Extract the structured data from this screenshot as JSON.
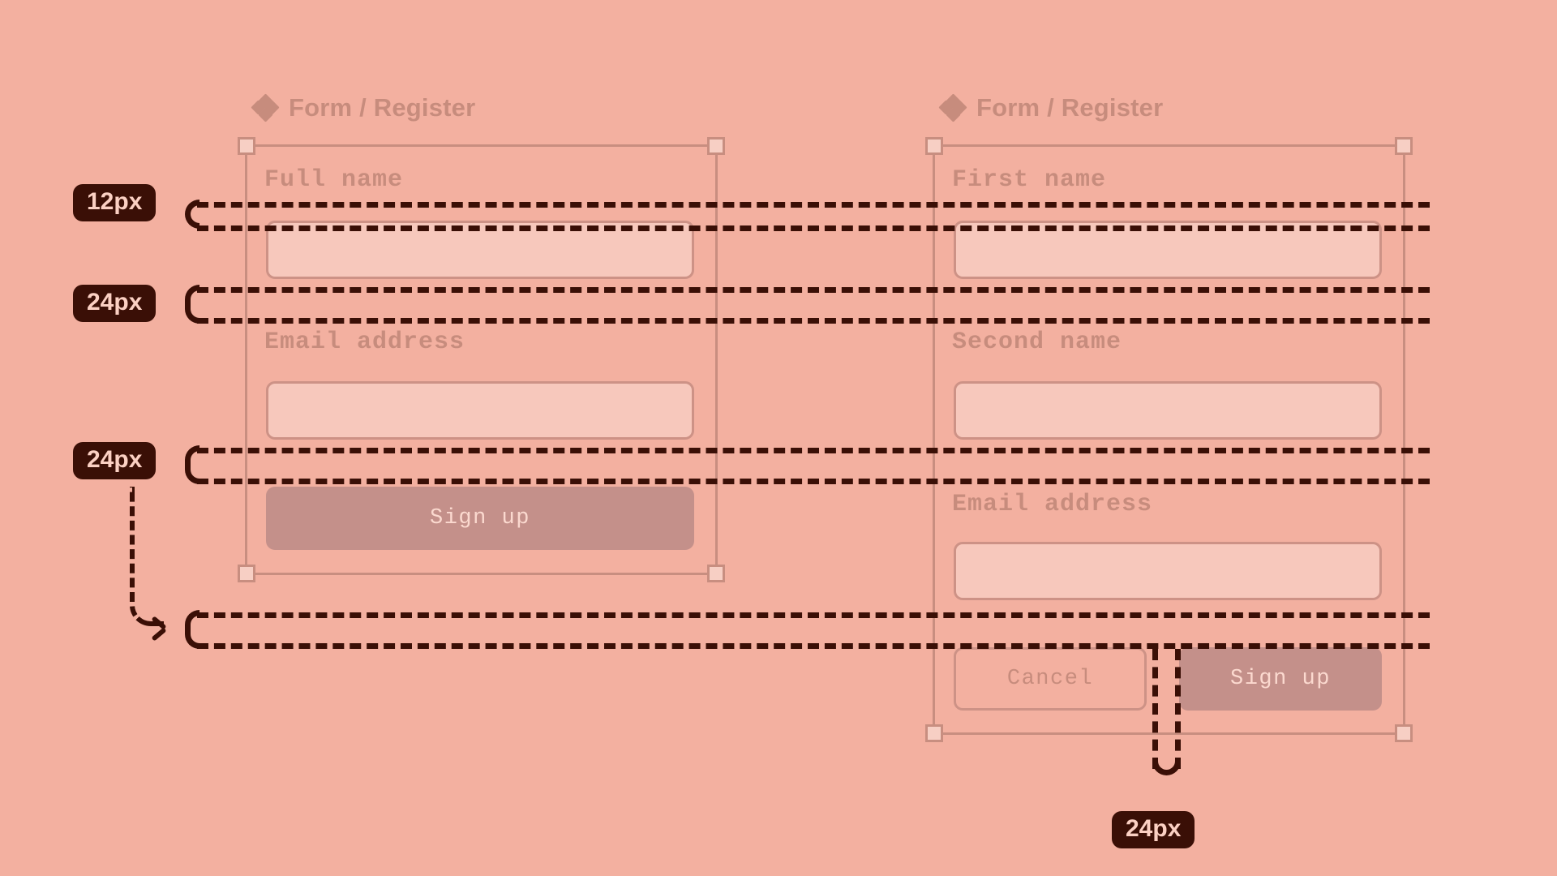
{
  "background_color": "#f3b0a0",
  "accent_color": "#c78c7d",
  "badge_color": "#3a0f06",
  "badge_text_color": "#fbd0c3",
  "input_fill_color": "#f7c8bc",
  "input_border_color": "#cd9286",
  "primary_button_color": "#c4908a",
  "frames": [
    {
      "id": "left",
      "icon": "component-diamond-icon",
      "title": "Form / Register",
      "fields": [
        {
          "label": "Full name",
          "value": "",
          "placeholder": ""
        },
        {
          "label": "Email address",
          "value": "",
          "placeholder": ""
        }
      ],
      "buttons": [
        {
          "label": "Sign up",
          "variant": "primary"
        }
      ]
    },
    {
      "id": "right",
      "icon": "component-diamond-icon",
      "title": "Form / Register",
      "fields": [
        {
          "label": "First name",
          "value": "",
          "placeholder": ""
        },
        {
          "label": "Second name",
          "value": "",
          "placeholder": ""
        },
        {
          "label": "Email address",
          "value": "",
          "placeholder": ""
        }
      ],
      "buttons": [
        {
          "label": "Cancel",
          "variant": "secondary"
        },
        {
          "label": "Sign up",
          "variant": "primary"
        }
      ]
    }
  ],
  "measurements": [
    {
      "id": "label-to-input",
      "value": "12px"
    },
    {
      "id": "field-group-gap-1",
      "value": "24px"
    },
    {
      "id": "field-group-gap-2",
      "value": "24px"
    },
    {
      "id": "button-gap",
      "value": "24px"
    }
  ]
}
